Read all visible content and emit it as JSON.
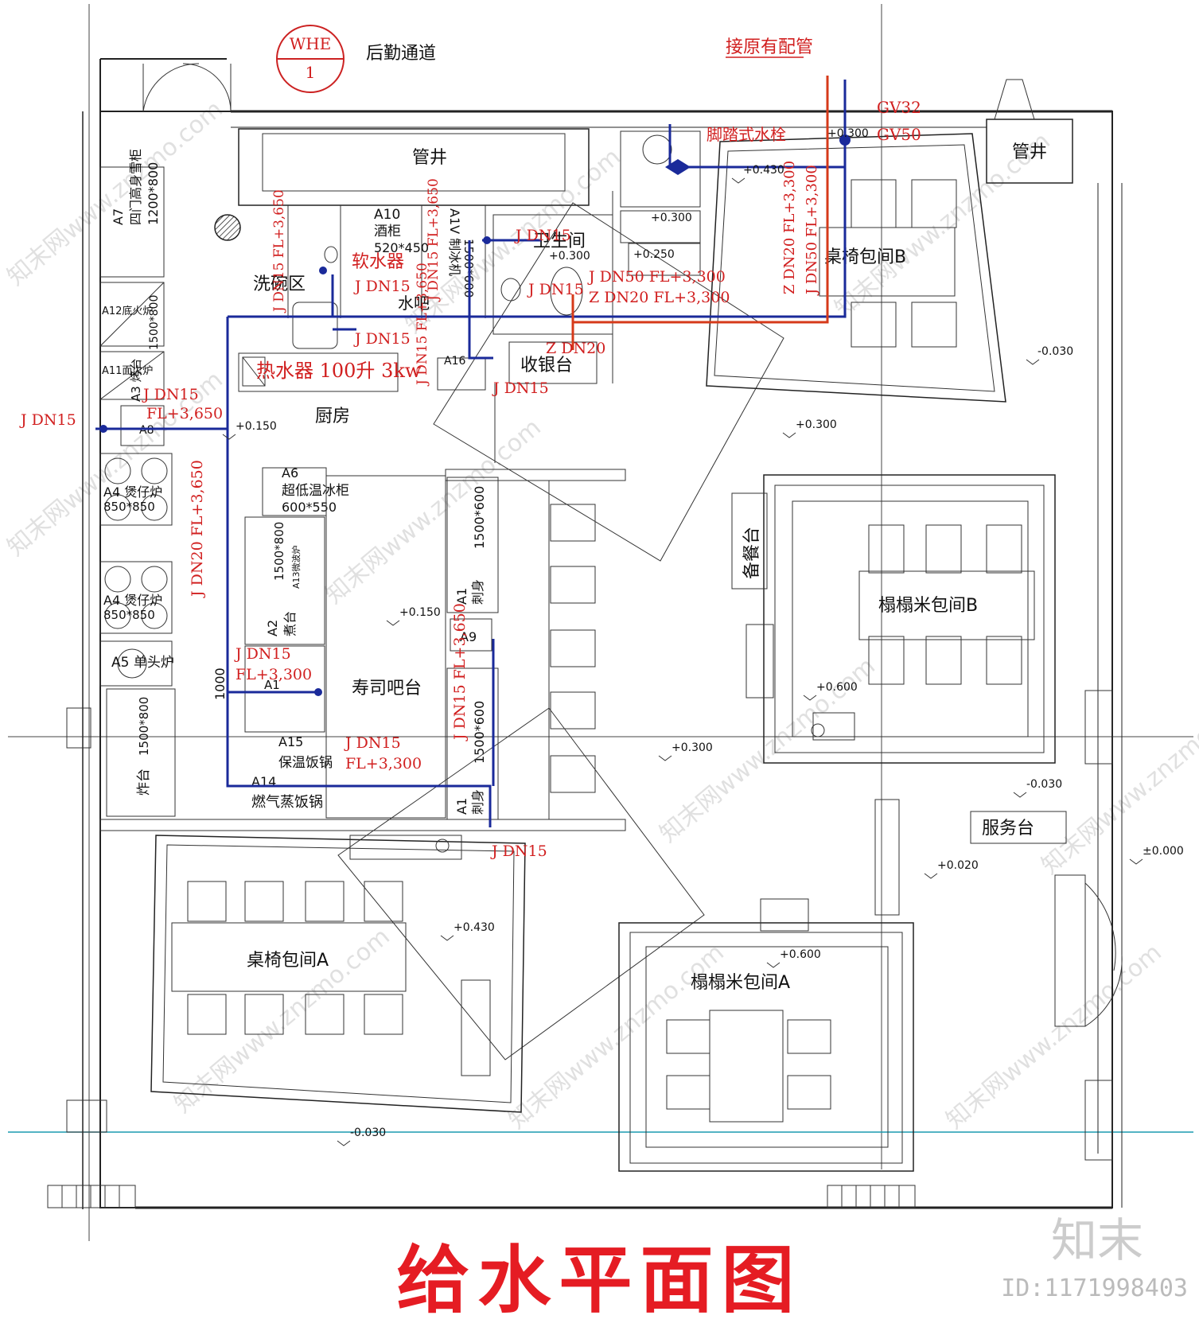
{
  "drawing": {
    "title": "给水平面图",
    "brand": "知末",
    "id_text": "ID:1171998403",
    "watermark": "知末网www.znzmo.com",
    "marker": {
      "top": "WHE",
      "bottom": "1"
    }
  },
  "rooms": {
    "corridor": "后勤通道",
    "shaft_top": "管井",
    "shaft_right": "管井",
    "toilet": "卫生间",
    "cashier": "收银台",
    "kitchen": "厨房",
    "dishwash": "洗碗区",
    "water_bar": "水吧",
    "sushi_bar": "寿司吧台",
    "prep_table": "备餐台",
    "tatami_b": "榻榻米包间B",
    "tatami_a": "榻榻米包间A",
    "table_room_a": "桌椅包间A",
    "table_room_b": "桌椅包间B",
    "service": "服务台"
  },
  "equipment": {
    "a7_code": "A7",
    "a7_name": "四门高身雪柜",
    "a7_size": "1200*800",
    "a10_code": "A10",
    "a10_name": "酒柜",
    "a10_size": "520*450",
    "a12": "A12底火炉",
    "a12_size": "1500*800",
    "a11": "A11面火炉",
    "a3": "A3 烤台",
    "a8": "A8",
    "a4a": "A4 煲仔炉",
    "a4a_size": "850*850",
    "a4b": "A4 煲仔炉",
    "a4b_size": "850*850",
    "a5": "A5 单头炉",
    "fryer": "炸台",
    "fryer_size": "1500*800",
    "a6_code": "A6",
    "a6_name": "超低温冰柜",
    "a6_size": "600*550",
    "a13": "A13微波炉",
    "a2_size": "1500*800",
    "a2": "A2",
    "a2_name": "煮台",
    "a15": "A15",
    "a15_name": "保温饭锅",
    "a14": "A14",
    "a14_name": "燃气蒸饭锅",
    "a1_top": "A1",
    "a1_top_name": "刺身",
    "a1_top_size": "1500*600",
    "a1_bottom": "A1",
    "a1_bottom_name": "刺身",
    "a1_bottom_size": "1500*600",
    "a9": "A9",
    "a1_bar": "A1",
    "dim_1000": "1000",
    "a16": "A16",
    "water_heater": "热水器 100升 3kw",
    "softener": "软水器",
    "a1v": "A1V 制冰机",
    "a1v_size": "1500*600"
  },
  "pipes": {
    "existing": "接原有配管",
    "gv32": "GV32",
    "gv50": "GV50",
    "foot_valve": "脚踏式水栓",
    "j_dn15": "J DN15",
    "j_dn20": "J DN20",
    "z_dn20": "Z DN20",
    "fl_3650": "FL+3,650",
    "fl_3300": "FL+3,300",
    "j_dn15_fl3650": "J DN15",
    "j_dn50_fl3300": "J DN50 FL+3,300",
    "z_dn20_fl3300": "Z DN20 FL+3,300",
    "v_z_dn20": "Z DN20 FL+3,300",
    "v_j_dn50": "J DN50 FL+3,300",
    "j_dn20_fl3650": "J DN20 FL+3,650",
    "j_dn15_650": "J DN15 FL+3,650",
    "j_dn15_3650b": "J DN15 FL+3,650"
  },
  "levels": {
    "l300a": "+0.300",
    "l430a": "+0.430",
    "l300b": "+0.300",
    "l250": "+0.250",
    "l300c": "+0.300",
    "lm030a": "-0.030",
    "l300d": "+0.300",
    "l150a": "+0.150",
    "l150b": "+0.150",
    "l600a": "+0.600",
    "l300e": "+0.300",
    "lm030b": "-0.030",
    "l020": "+0.020",
    "l000": "±0.000",
    "l430b": "+0.430",
    "l600b": "+0.600",
    "lm030c": "-0.030"
  }
}
